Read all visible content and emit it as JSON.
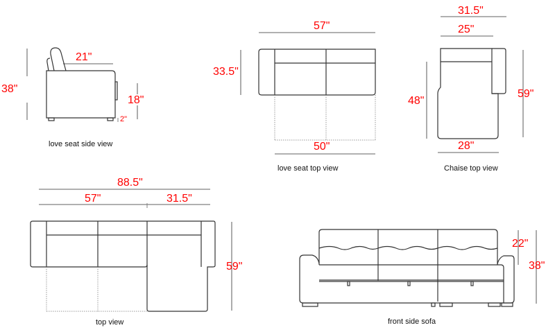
{
  "colors": {
    "dimension_text": "#ff0000",
    "dimension_line": "#808080",
    "outline": "#333333",
    "dotted_outline": "#9a9a9a",
    "caption_text": "#111111",
    "background": "#ffffff"
  },
  "views": {
    "loveseat_side": {
      "caption": "love seat side view",
      "height": "38\"",
      "depth": "21\"",
      "seat_height": "18\"",
      "leg_height": "2\""
    },
    "loveseat_top": {
      "caption": "love seat top view",
      "width": "57\"",
      "depth": "33.5\"",
      "seat_width": "50\""
    },
    "chaise_top": {
      "caption": "Chaise top view",
      "total_width": "31.5\"",
      "seat_width": "25\"",
      "seat_depth": "48\"",
      "total_depth": "59\"",
      "bottom_width": "28\""
    },
    "sectional_top": {
      "caption": "top view",
      "total_width": "88.5\"",
      "loveseat_width": "57\"",
      "chaise_width": "31.5\"",
      "depth": "59\""
    },
    "sofa_front": {
      "caption": "front side sofa",
      "back_height": "22\"",
      "total_height": "38\""
    }
  }
}
